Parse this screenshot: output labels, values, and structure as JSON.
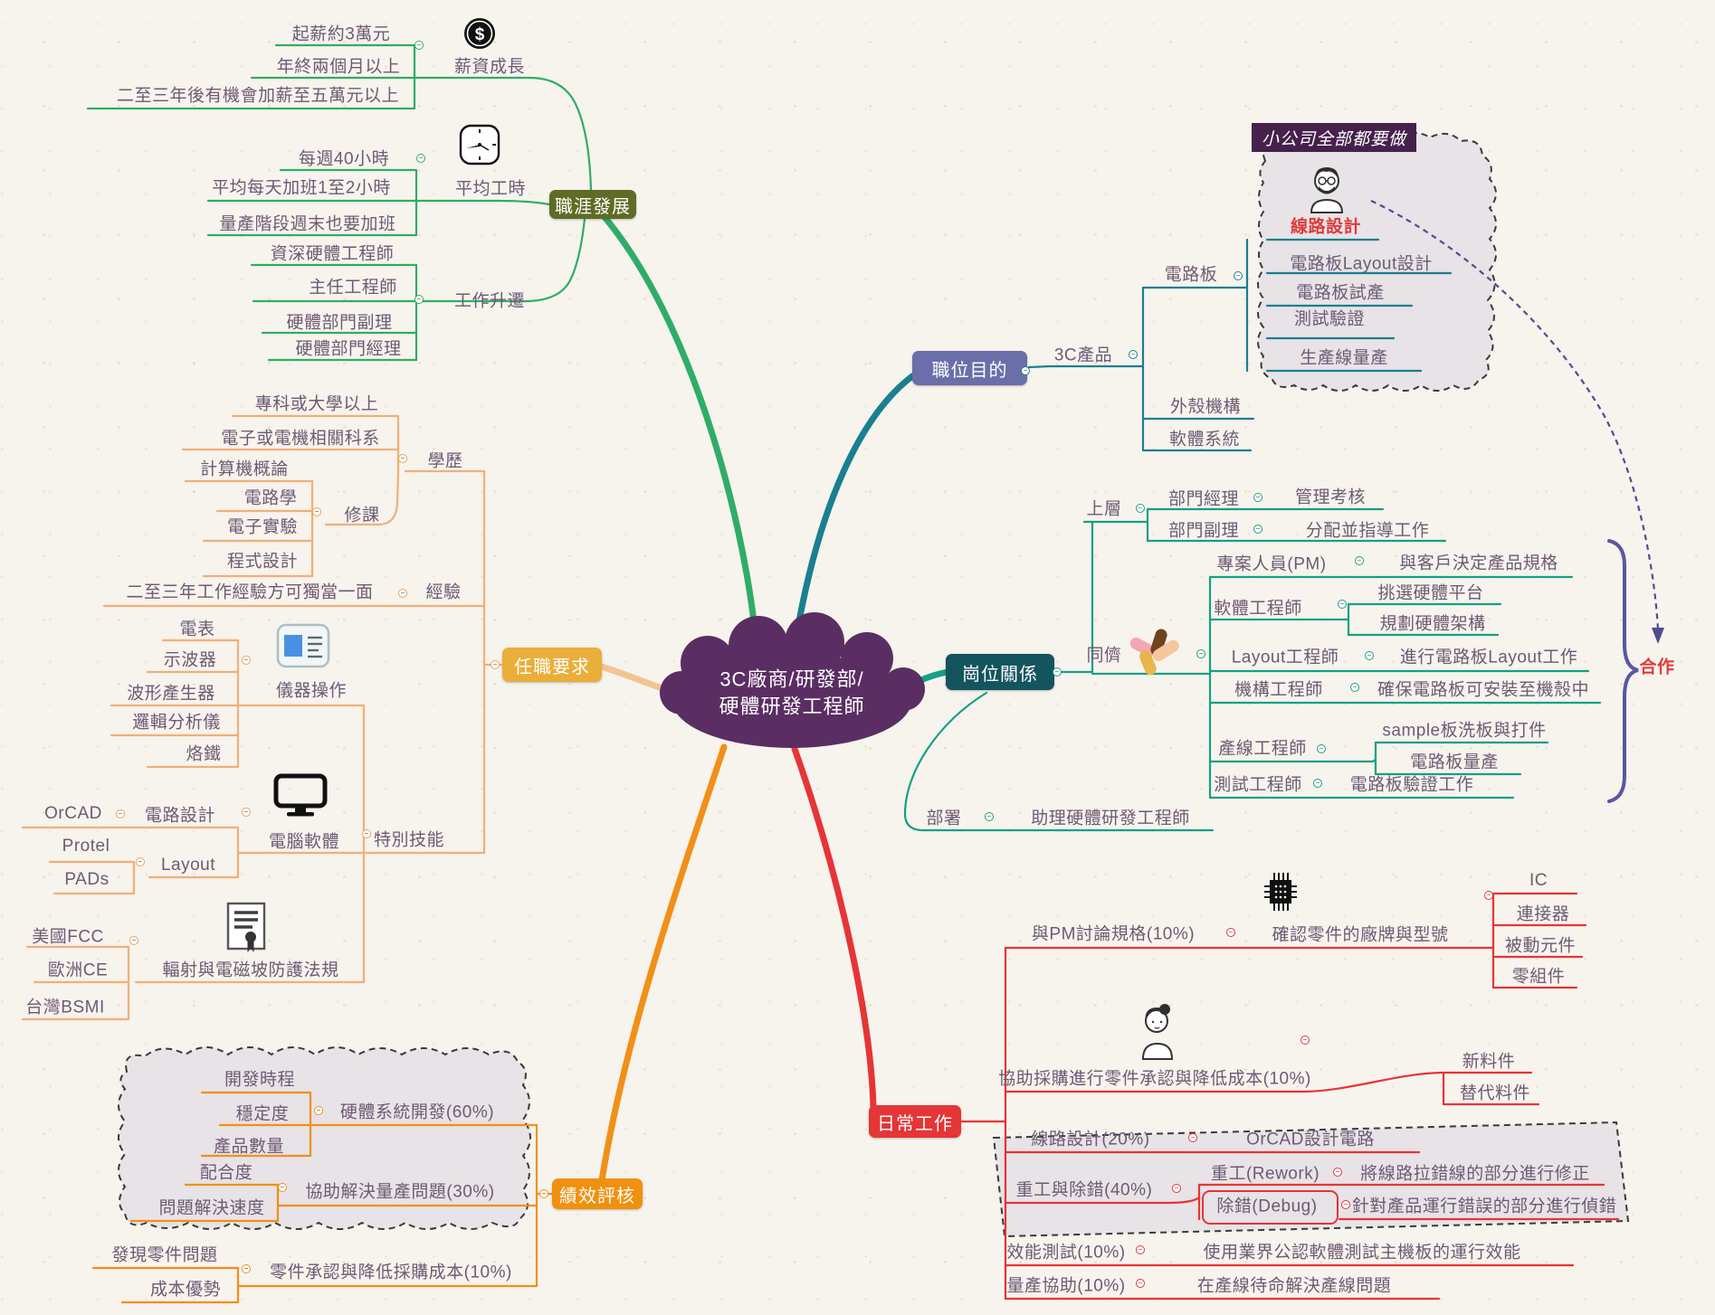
{
  "center": {
    "line1": "3C廠商/研發部/",
    "line2": "硬體研發工程師"
  },
  "career": {
    "label": "職涯發展",
    "salary": {
      "label": "薪資成長",
      "icon": "dollar-coin-icon",
      "items": [
        "起薪約3萬元",
        "年終兩個月以上",
        "二至三年後有機會加薪至五萬元以上"
      ]
    },
    "hours": {
      "label": "平均工時",
      "icon": "clock-icon",
      "items": [
        "每週40小時",
        "平均每天加班1至2小時",
        "量產階段週末也要加班"
      ]
    },
    "promotion": {
      "label": "工作升遷",
      "items": [
        "資深硬體工程師",
        "主任工程師",
        "硬體部門副理",
        "硬體部門經理"
      ]
    }
  },
  "purpose": {
    "label": "職位目的",
    "product": {
      "label": "3C產品",
      "board": {
        "label": "電路板",
        "tasks": [
          "線路設計",
          "電路板Layout設計",
          "電路板試產",
          "測試驗證",
          "生產線量產"
        ]
      },
      "others": [
        "外殼機構",
        "軟體系統"
      ]
    },
    "cloud_note": "小公司全部都要做",
    "cooperation": "合作"
  },
  "requirements": {
    "label": "任職要求",
    "education": {
      "label": "學歷",
      "items": [
        "專科或大學以上",
        "電子或電機相關科系"
      ],
      "courses": {
        "label": "修課",
        "items": [
          "計算機概論",
          "電路學",
          "電子實驗",
          "程式設計"
        ]
      }
    },
    "experience": {
      "label": "經驗",
      "item": "二至三年工作經驗方可獨當一面"
    },
    "special": {
      "label": "特別技能",
      "instruments": {
        "label": "儀器操作",
        "icon": "instrument-icon",
        "items": [
          "電表",
          "示波器",
          "波形產生器",
          "邏輯分析儀",
          "烙鐵"
        ]
      },
      "software": {
        "label": "電腦軟體",
        "icon": "monitor-icon",
        "circuit": {
          "label": "電路設計",
          "tool": "OrCAD"
        },
        "layout": {
          "label": "Layout",
          "tools": [
            "Protel",
            "PADs"
          ]
        }
      },
      "regulations": {
        "label": "輻射與電磁坡防護法規",
        "icon": "certificate-icon",
        "items": [
          "美國FCC",
          "歐洲CE",
          "台灣BSMI"
        ]
      }
    }
  },
  "relations": {
    "label": "崗位關係",
    "upper": {
      "label": "上層",
      "manager": "部門經理",
      "manager_duty": "管理考核",
      "deputy": "部門副理",
      "deputy_duty": "分配並指導工作"
    },
    "peers": {
      "label": "同儕",
      "icon": "teamwork-hands-icon",
      "pm": "專案人員(PM)",
      "pm_duty": "與客戶決定產品規格",
      "sw": "軟體工程師",
      "sw_duties": [
        "挑選硬體平台",
        "規劃硬體架構"
      ],
      "layout": "Layout工程師",
      "layout_duty": "進行電路板Layout工作",
      "mech": "機構工程師",
      "mech_duty": "確保電路板可安裝至機殼中",
      "line": "產線工程師",
      "line_duties": [
        "sample板洗板與打件",
        "電路板量產"
      ],
      "test": "測試工程師",
      "test_duty": "電路板驗證工作"
    },
    "subordinate": {
      "label": "部署",
      "duty": "助理硬體研發工程師"
    }
  },
  "daily": {
    "label": "日常工作",
    "spec": {
      "label": "與PM討論規格(10%)",
      "duty": "確認零件的廠牌與型號",
      "icon": "chip-icon",
      "parts": [
        "IC",
        "連接器",
        "被動元件",
        "零組件"
      ]
    },
    "purchase": {
      "label": "協助採購進行零件承認與降低成本(10%)",
      "icon": "woman-avatar-icon",
      "parts": [
        "新料件",
        "替代料件"
      ]
    },
    "circuit": {
      "label": "線路設計(20%)",
      "duty": "OrCAD設計電路"
    },
    "rework": {
      "label": "重工與除錯(40%)",
      "rework_label": "重工(Rework)",
      "rework_duty": "將線路拉錯線的部分進行修正",
      "debug_label": "除錯(Debug)",
      "debug_duty": "針對產品運行錯誤的部分進行偵錯"
    },
    "perf": {
      "label": "效能測試(10%)",
      "duty": "使用業界公認軟體測試主機板的運行效能"
    },
    "mass": {
      "label": "量產協助(10%)",
      "duty": "在產線待命解決產線問題"
    }
  },
  "review": {
    "label": "績效評核",
    "hw": {
      "label": "硬體系統開發(60%)",
      "items": [
        "開發時程",
        "穩定度",
        "產品數量"
      ]
    },
    "mp": {
      "label": "協助解決量產問題(30%)",
      "items": [
        "配合度",
        "問題解決速度"
      ]
    },
    "parts": {
      "label": "零件承認與降低採購成本(10%)",
      "items": [
        "發現零件問題",
        "成本優勢"
      ]
    }
  },
  "colors": {
    "career": "#2fad68",
    "purpose": "#1a7f90",
    "requirements": "#f0b078",
    "relations": "#14a086",
    "daily": "#e63437",
    "review": "#f19018",
    "center_bg": "#5a2e62",
    "highlight_red": "#e03a3c"
  }
}
